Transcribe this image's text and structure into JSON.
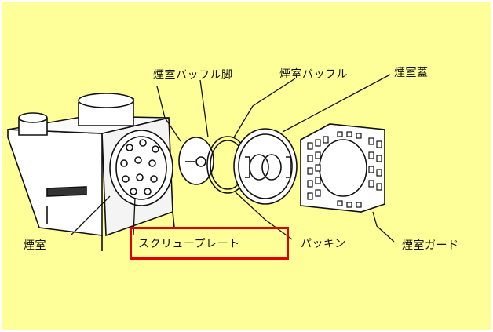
{
  "labels": {
    "smoke_chamber_baffle_fitting": "煙室バッフル脚",
    "smoke_chamber_baffle": "煙室バッフル",
    "smoke_chamber_lid": "煙室蓋",
    "smoke_chamber": "煙室",
    "screw_plate": "スクリュープレート",
    "packing": "パッキン",
    "smoke_chamber_guard": "煙室ガード"
  },
  "highlight_color": "#e00000",
  "background_color": "#ffff99"
}
